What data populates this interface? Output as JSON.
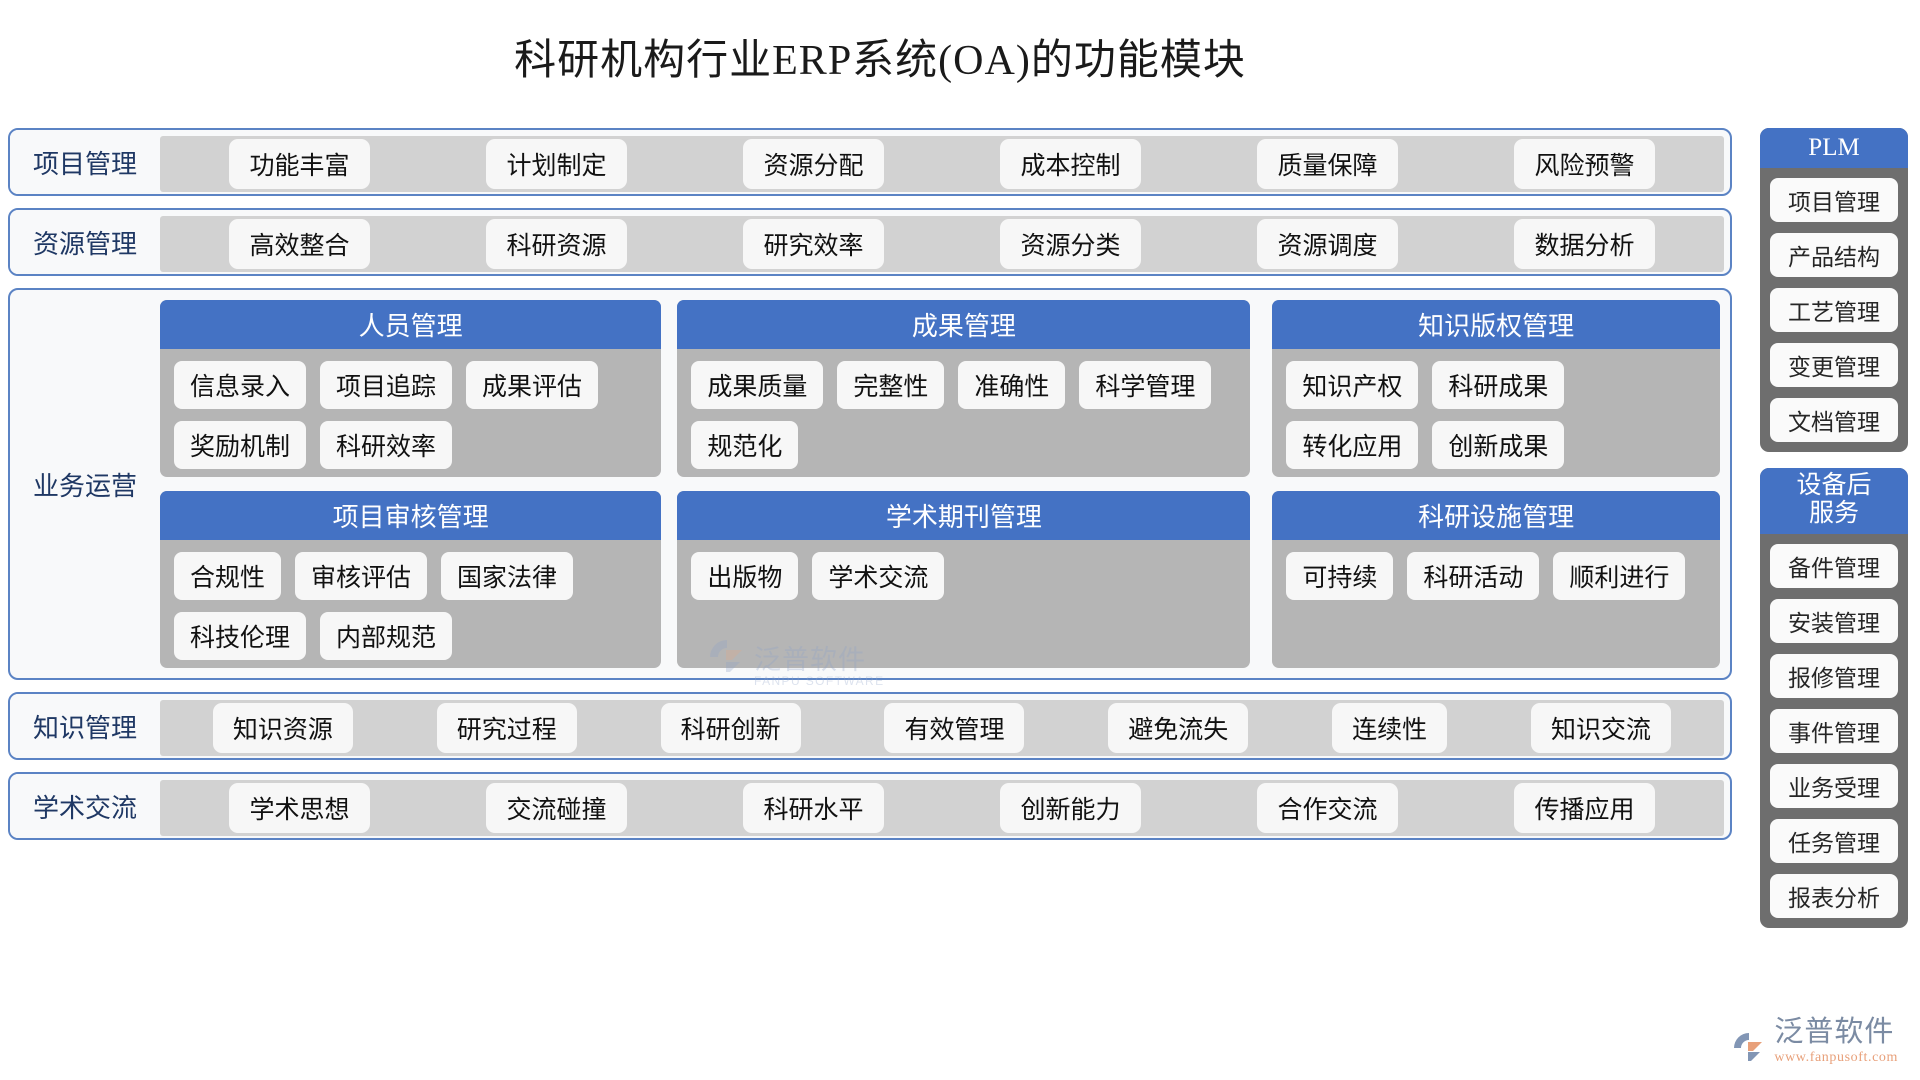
{
  "title": "科研机构行业ERP系统(OA)的功能模块",
  "colors": {
    "accent_blue": "#4472c4",
    "band_border": "#5b83c4",
    "band_body_gray": "#d2d2d2",
    "card_gray": "#b5b5b5",
    "chip_white": "#f7f7f7",
    "sidebar_gray": "#6e6e6e",
    "label_navy": "#1f3864"
  },
  "bands": [
    {
      "label": "项目管理",
      "chips": [
        "功能丰富",
        "计划制定",
        "资源分配",
        "成本控制",
        "质量保障",
        "风险预警"
      ]
    },
    {
      "label": "资源管理",
      "chips": [
        "高效整合",
        "科研资源",
        "研究效率",
        "资源分类",
        "资源调度",
        "数据分析"
      ]
    }
  ],
  "operations": {
    "label": "业务运营",
    "cards": [
      {
        "title": "人员管理",
        "chips": [
          "信息录入",
          "项目追踪",
          "成果评估",
          "奖励机制",
          "科研效率"
        ]
      },
      {
        "title": "成果管理",
        "chips": [
          "成果质量",
          "完整性",
          "准确性",
          "科学管理",
          "规范化"
        ]
      },
      {
        "title": "知识版权管理",
        "chips": [
          "知识产权",
          "科研成果",
          "转化应用",
          "创新成果"
        ]
      },
      {
        "title": "项目审核管理",
        "chips": [
          "合规性",
          "审核评估",
          "国家法律",
          "科技伦理",
          "内部规范"
        ]
      },
      {
        "title": "学术期刊管理",
        "chips": [
          "出版物",
          "学术交流"
        ]
      },
      {
        "title": "科研设施管理",
        "chips": [
          "可持续",
          "科研活动",
          "顺利进行"
        ]
      }
    ]
  },
  "bands_bottom": [
    {
      "label": "知识管理",
      "chips": [
        "知识资源",
        "研究过程",
        "科研创新",
        "有效管理",
        "避免流失",
        "连续性",
        "知识交流"
      ]
    },
    {
      "label": "学术交流",
      "chips": [
        "学术思想",
        "交流碰撞",
        "科研水平",
        "创新能力",
        "合作交流",
        "传播应用"
      ]
    }
  ],
  "sidebar": {
    "panels": [
      {
        "header": "PLM",
        "header_lines": [
          "PLM"
        ],
        "items": [
          "项目管理",
          "产品结构",
          "工艺管理",
          "变更管理",
          "文档管理"
        ]
      },
      {
        "header": "设备后服务",
        "header_lines": [
          "设备后",
          "服务"
        ],
        "items": [
          "备件管理",
          "安装管理",
          "报修管理",
          "事件管理",
          "业务受理",
          "任务管理",
          "报表分析"
        ]
      }
    ]
  },
  "watermark": {
    "name_cn": "泛普软件",
    "name_en": "FANPU SOFTWARE"
  },
  "brand": {
    "name_cn": "泛普软件",
    "url": "www.fanpusoft.com"
  }
}
